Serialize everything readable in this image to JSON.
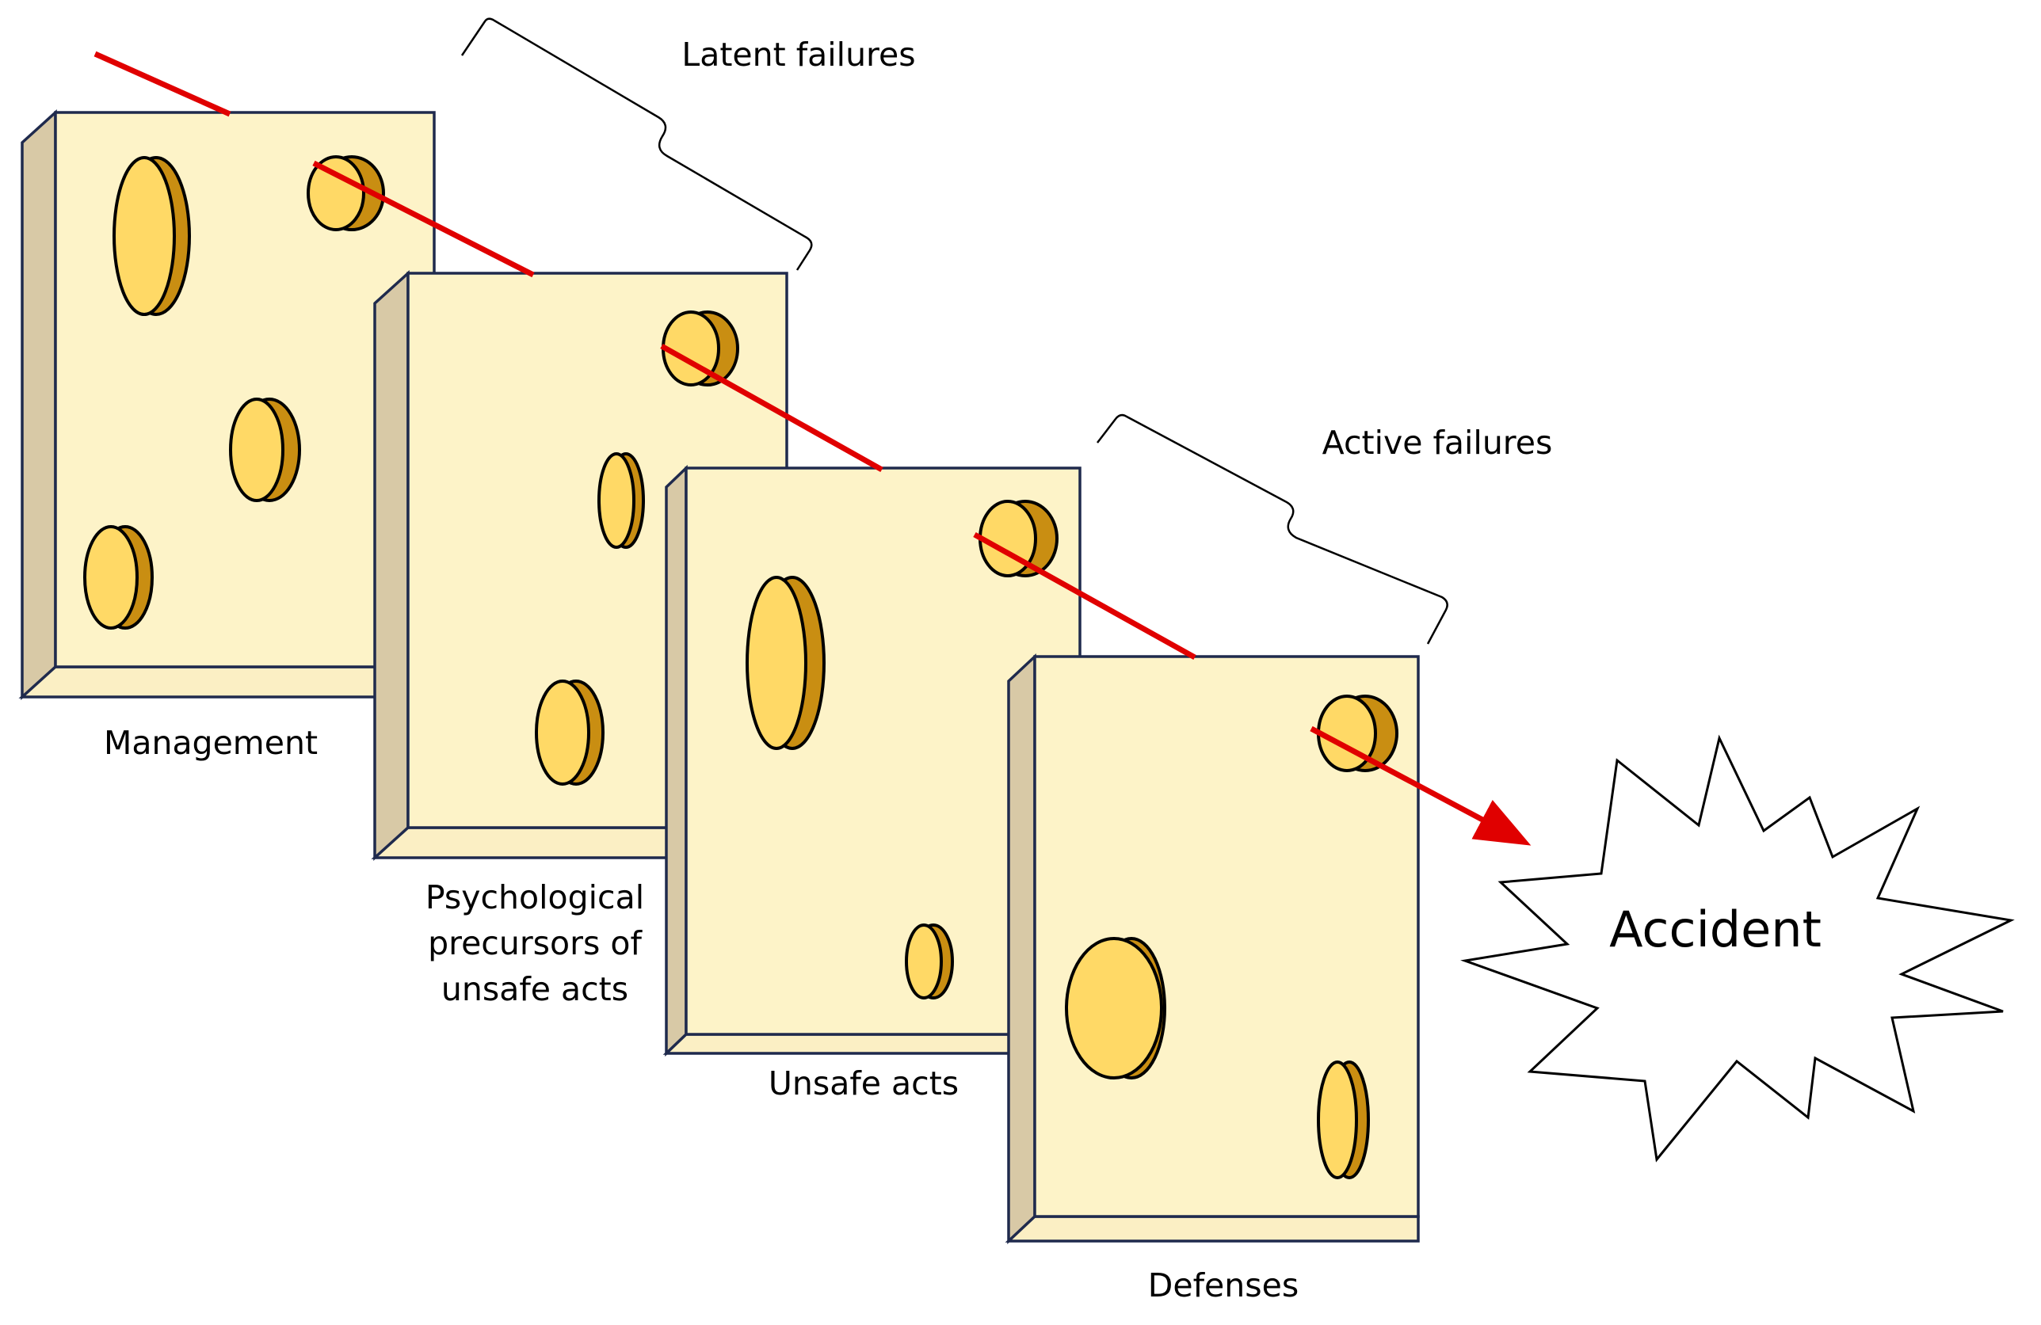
{
  "labels": {
    "latent_failures": "Latent failures",
    "active_failures": "Active failures",
    "management": "Management",
    "psych_line1": "Psychological",
    "psych_line2": "precursors of",
    "psych_line3": "unsafe acts",
    "unsafe_acts": "Unsafe acts",
    "defenses": "Defenses",
    "accident": "Accident"
  },
  "colors": {
    "slice_face": "#FDF3C8",
    "slice_side": "#D8C9A6",
    "slice_outline": "#1F2A4D",
    "hole_face": "#FFD966",
    "hole_rim": "#C98E12",
    "trajectory": "#E00000"
  }
}
